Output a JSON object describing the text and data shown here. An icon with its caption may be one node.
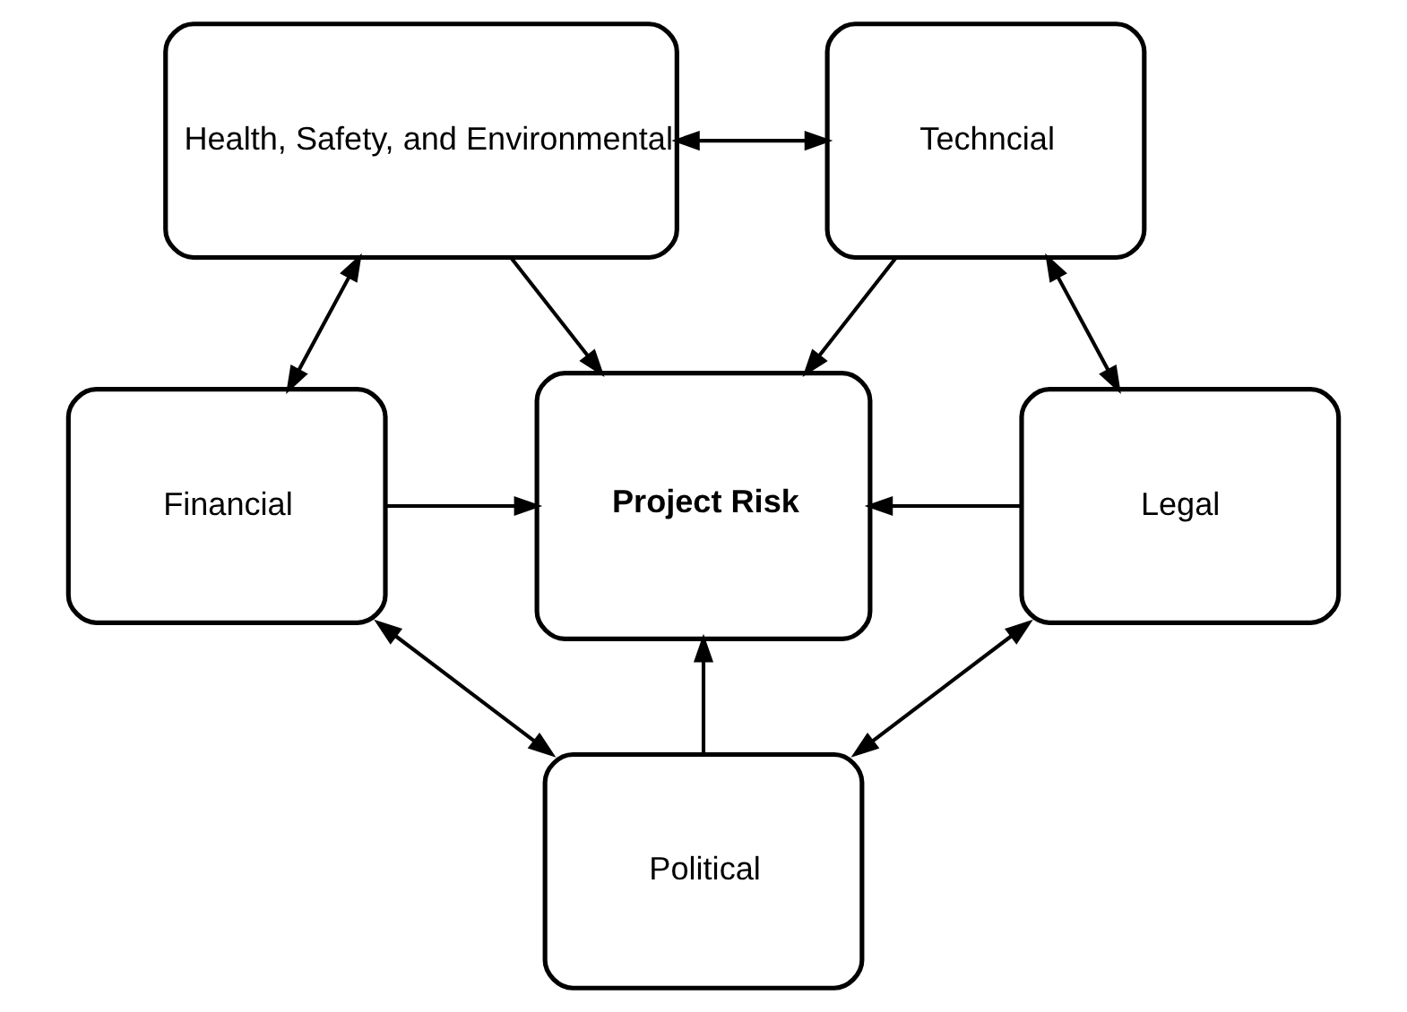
{
  "diagram": {
    "nodes": [
      {
        "text": [
          "Health, Safety, and Environmental"
        ]
      },
      {
        "text": [
          "Techncial"
        ]
      },
      {
        "text": [
          "Project Risk"
        ]
      },
      {
        "text": [
          "Financial"
        ]
      },
      {
        "text": [
          "Legal"
        ]
      },
      {
        "text": [
          "Political"
        ]
      }
    ],
    "edges": [
      {
        "from": 0,
        "to": 1,
        "arrow": "both"
      },
      {
        "from": 0,
        "to": 3,
        "arrow": "both"
      },
      {
        "from": 1,
        "to": 4,
        "arrow": "both"
      },
      {
        "from": 0,
        "to": 2,
        "arrow": "to"
      },
      {
        "from": 1,
        "to": 2,
        "arrow": "to"
      },
      {
        "from": 3,
        "to": 2,
        "arrow": "to"
      },
      {
        "from": 4,
        "to": 2,
        "arrow": "to"
      },
      {
        "from": 5,
        "to": 2,
        "arrow": "to"
      },
      {
        "from": 3,
        "to": 5,
        "arrow": "both"
      },
      {
        "from": 4,
        "to": 5,
        "arrow": "both"
      }
    ]
  }
}
